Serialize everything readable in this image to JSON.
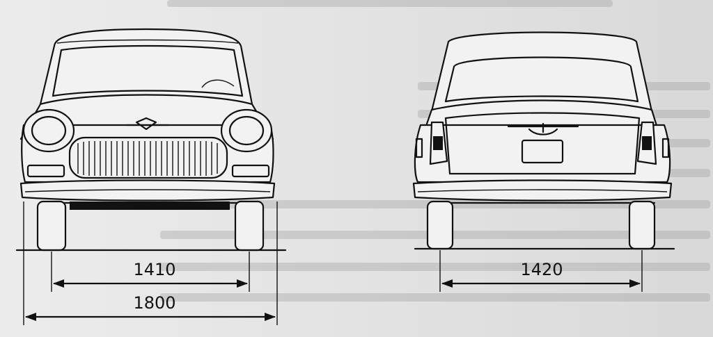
{
  "diagram": {
    "front_view": {
      "track_dimension": "1410",
      "overall_width_dimension": "1800"
    },
    "rear_view": {
      "track_dimension": "1420"
    }
  },
  "colors": {
    "ink": "#111111",
    "paper": "#e6e6e6"
  }
}
